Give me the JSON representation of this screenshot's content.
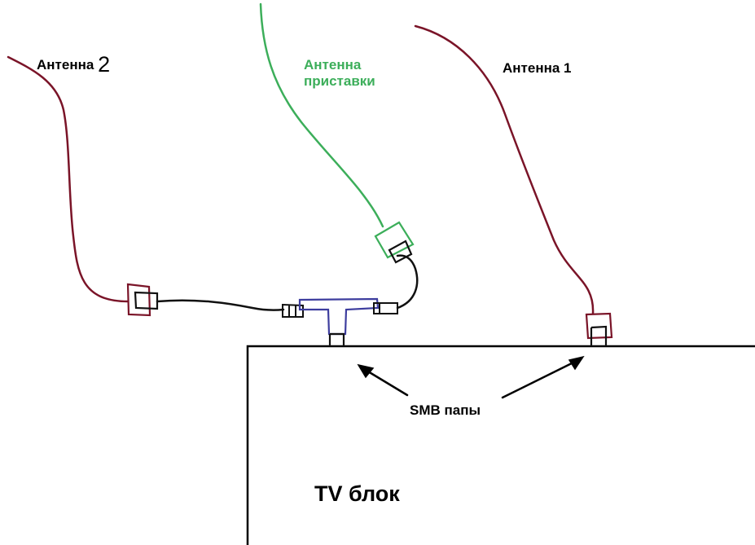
{
  "labels": {
    "antenna_2_text": "Антенна",
    "antenna_2_number": "2",
    "antenna_box_line1": "Антенна",
    "antenna_box_line2": "приставки",
    "antenna_1": "Антенна 1",
    "smb": "SMB папы",
    "tv_block": "TV блок"
  },
  "colors": {
    "antenna_cable": "#7a1428",
    "box_antenna": "#3cae5a",
    "splitter": "#3d3d9e",
    "wire": "#111111",
    "text": "#000000"
  }
}
